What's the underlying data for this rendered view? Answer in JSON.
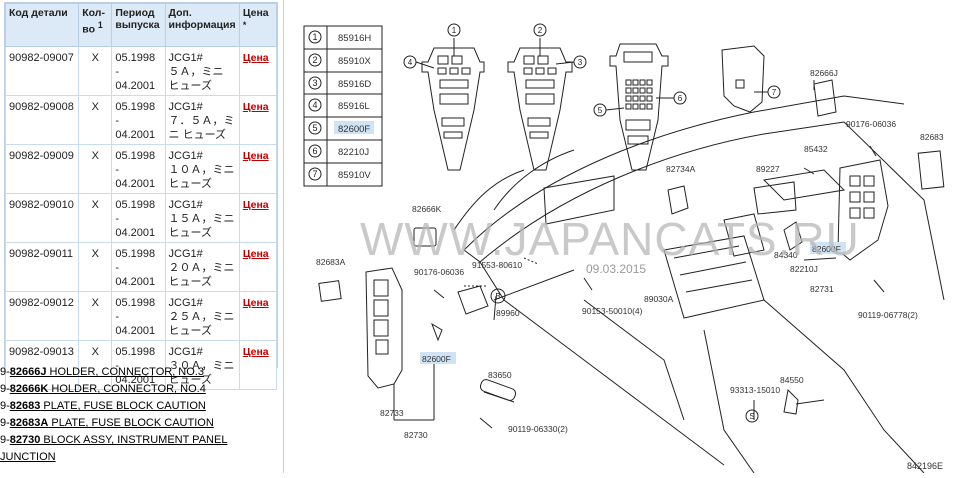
{
  "table": {
    "headers": {
      "code": "Код детали",
      "qty": "Кол-во",
      "qty_sup": "1",
      "period": "Период выпуска",
      "info": "Доп. информация",
      "price": "Цена",
      "price_sup": "*"
    },
    "rows": [
      {
        "code": "90982-09007",
        "qty": "X",
        "from": "05.1998",
        "dash": "-",
        "to": "04.2001",
        "info1": "JCG1#",
        "info2": "５Ａ，ミニ",
        "info3": "ヒューズ",
        "price": "Цена"
      },
      {
        "code": "90982-09008",
        "qty": "X",
        "from": "05.1998",
        "dash": "-",
        "to": "04.2001",
        "info1": "JCG1#",
        "info2": "７．５Ａ，ミ",
        "info3": "ニ ヒューズ",
        "price": "Цена"
      },
      {
        "code": "90982-09009",
        "qty": "X",
        "from": "05.1998",
        "dash": "-",
        "to": "04.2001",
        "info1": "JCG1#",
        "info2": "１０Ａ，ミニ",
        "info3": "ヒューズ",
        "price": "Цена"
      },
      {
        "code": "90982-09010",
        "qty": "X",
        "from": "05.1998",
        "dash": "-",
        "to": "04.2001",
        "info1": "JCG1#",
        "info2": "１５Ａ，ミニ",
        "info3": "ヒューズ",
        "price": "Цена"
      },
      {
        "code": "90982-09011",
        "qty": "X",
        "from": "05.1998",
        "dash": "-",
        "to": "04.2001",
        "info1": "JCG1#",
        "info2": "２０Ａ，ミニ",
        "info3": "ヒューズ",
        "price": "Цена"
      },
      {
        "code": "90982-09012",
        "qty": "X",
        "from": "05.1998",
        "dash": "-",
        "to": "04.2001",
        "info1": "JCG1#",
        "info2": "２５Ａ，ミニ",
        "info3": "ヒューズ",
        "price": "Цена"
      },
      {
        "code": "90982-09013",
        "qty": "X",
        "from": "05.1998",
        "dash": "-",
        "to": "04.2001",
        "info1": "JCG1#",
        "info2": "３０Ａ，ミニ",
        "info3": "ヒューズ",
        "price": "Цена"
      }
    ]
  },
  "parts_list": [
    {
      "prefix": "9-",
      "code": "82666J",
      "text": " HOLDER, CONNECTOR, NO.3"
    },
    {
      "prefix": "9-",
      "code": "82666K",
      "text": " HOLDER, CONNECTOR, NO.4"
    },
    {
      "prefix": "9-",
      "code": "82683",
      "text": " PLATE, FUSE BLOCK CAUTION"
    },
    {
      "prefix": "9-",
      "code": "82683A",
      "text": " PLATE, FUSE BLOCK CAUTION"
    },
    {
      "prefix": "9-",
      "code": "82730",
      "text": " BLOCK ASSY, INSTRUMENT PANEL"
    },
    {
      "prefix": "",
      "code": "",
      "text": "JUNCTION"
    }
  ],
  "diagram": {
    "legend": [
      {
        "n": "1",
        "code": "85916H"
      },
      {
        "n": "2",
        "code": "85910X"
      },
      {
        "n": "3",
        "code": "85916D"
      },
      {
        "n": "4",
        "code": "85916L"
      },
      {
        "n": "5",
        "code": "82600F"
      },
      {
        "n": "6",
        "code": "82210J"
      },
      {
        "n": "7",
        "code": "85910V"
      }
    ],
    "labels": {
      "l82666J": "82666J",
      "l90176a": "90176-06036",
      "l82683": "82683",
      "l85432": "85432",
      "l89227": "89227",
      "l82734A": "82734A",
      "l82666K": "82666K",
      "l91553": "91553-80610",
      "l89960": "89960",
      "l82683A": "82683A",
      "l90176b": "90176-06036",
      "l89030A": "89030A",
      "l90153": "90153-50010(4)",
      "l84340": "84340",
      "l82210J": "82210J",
      "l82600Fr": "82600F",
      "l82731": "82731",
      "l90119a": "90119-06778(2)",
      "l82600Fl": "82600F",
      "l83650": "83650",
      "l84550": "84550",
      "l93313": "93313-15010",
      "l82733": "82733",
      "l82730": "82730",
      "l90119b": "90119-06330(2)",
      "cB": "B",
      "cS": "S",
      "c1": "1",
      "c2": "2",
      "c3": "3",
      "c4": "4",
      "c5": "5",
      "c6": "6",
      "c7": "7"
    },
    "watermark": "WWW.JAPANCATS.RU",
    "watermark_date": "09.03.2015",
    "ref": "842196E"
  }
}
